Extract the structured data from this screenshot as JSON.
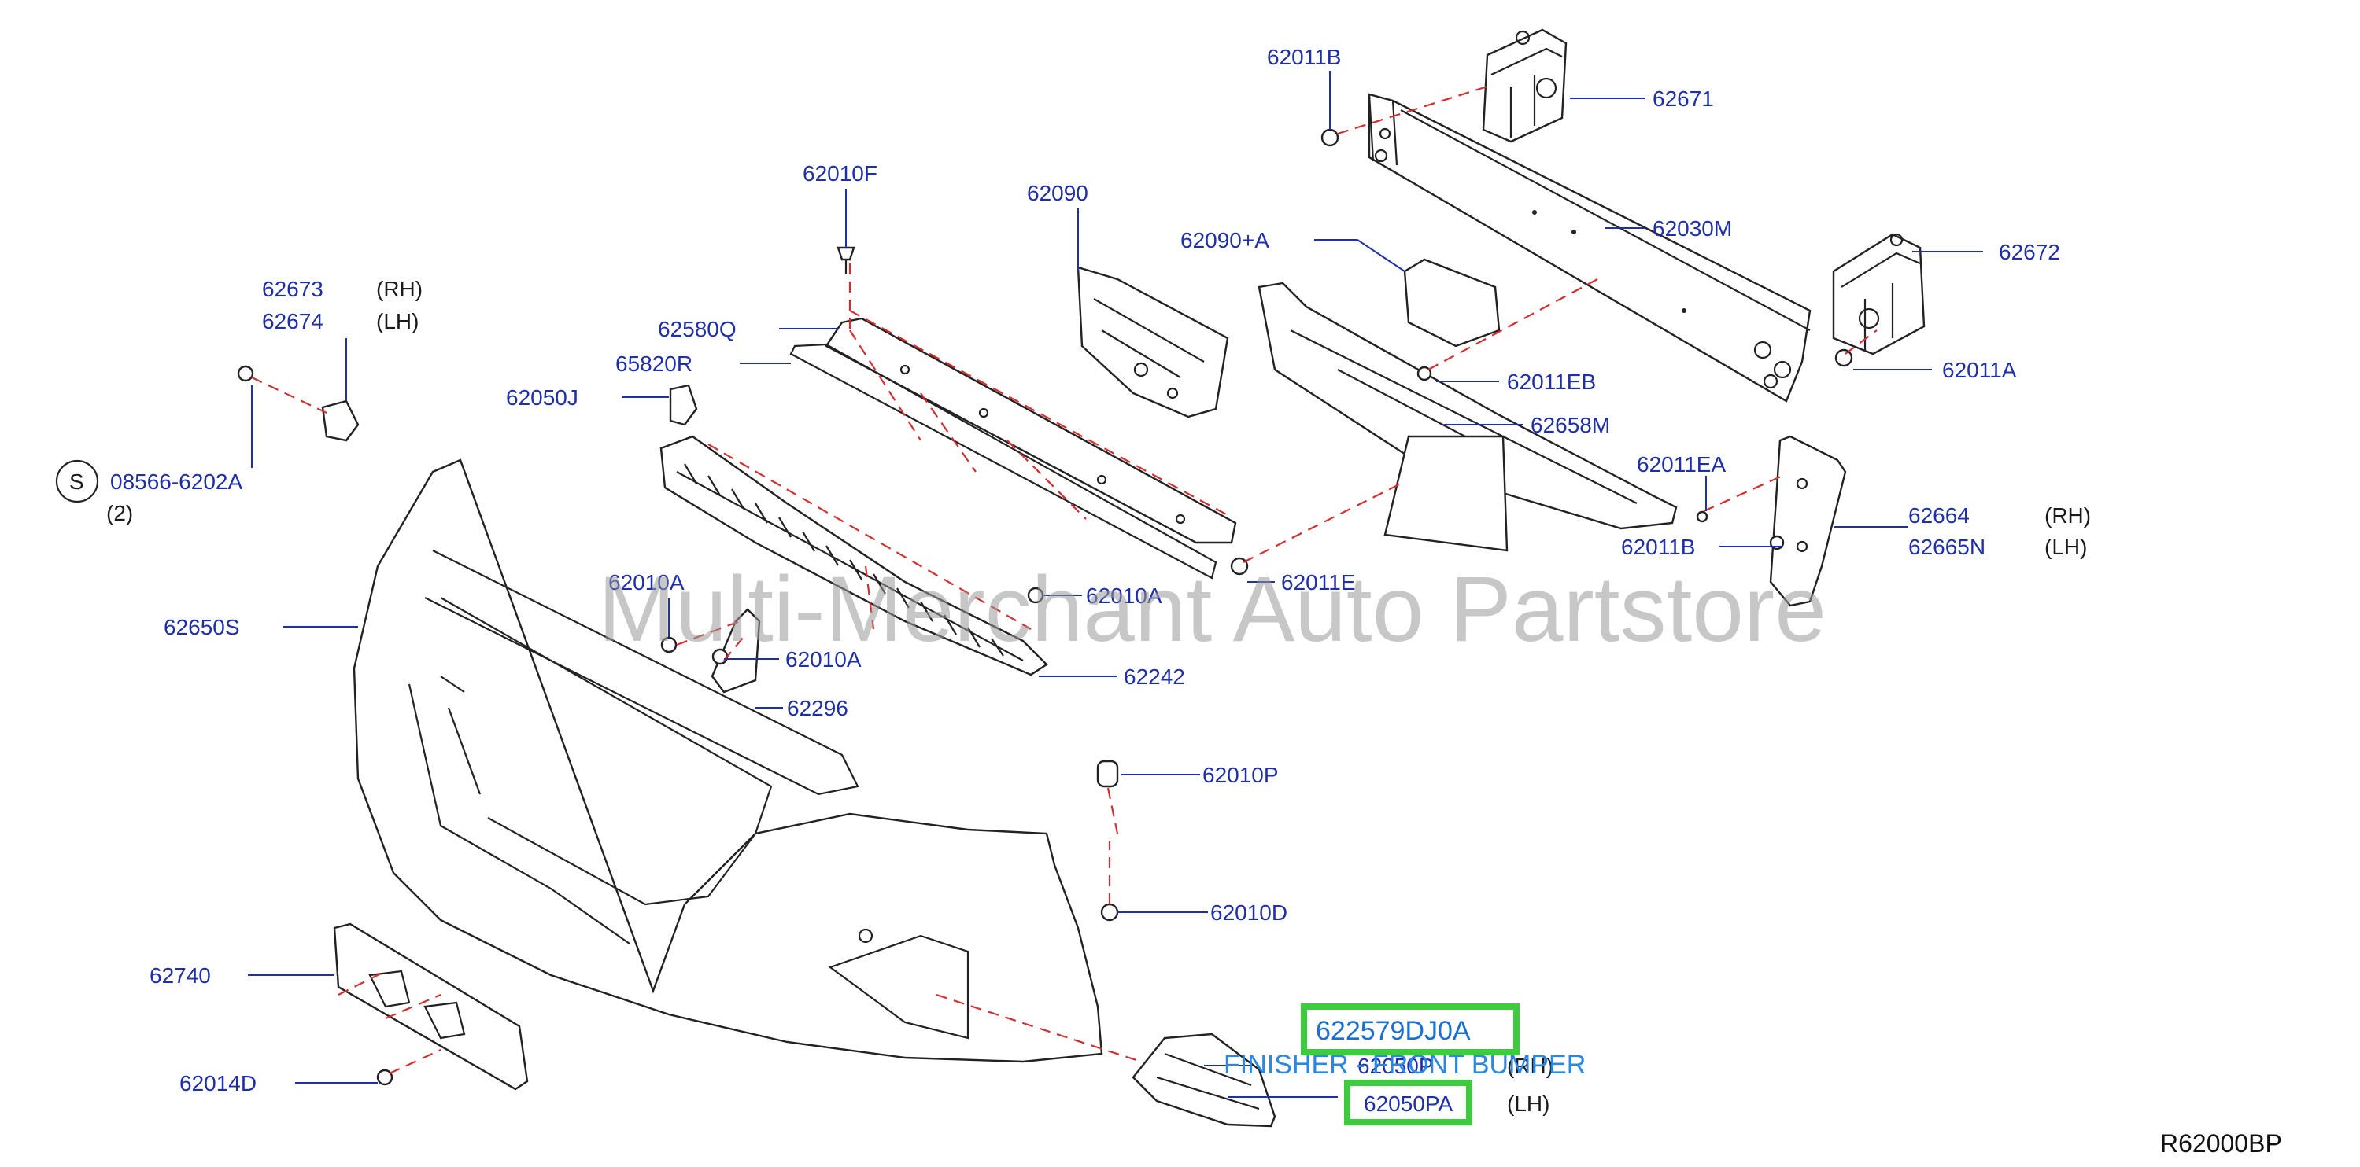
{
  "labels": {
    "p62011B_top": "62011B",
    "p62671": "62671",
    "p62030M": "62030M",
    "p62672": "62672",
    "p62011A": "62011A",
    "p62010F": "62010F",
    "p62090": "62090",
    "p62090A": "62090+A",
    "p62673": "62673",
    "p62673_side": "(RH)",
    "p62674": "62674",
    "p62674_side": "(LH)",
    "p62580Q": "62580Q",
    "p65820R": "65820R",
    "p62050J": "62050J",
    "p62011EB": "62011EB",
    "p62658M": "62658M",
    "p62011EA": "62011EA",
    "p62664": "62664",
    "p62664_side": "(RH)",
    "p62665N": "62665N",
    "p62665N_side": "(LH)",
    "p62011B_right": "62011B",
    "p62011E": "62011E",
    "s_symbol": "S",
    "p08566": "08566-6202A",
    "p08566_qty": "(2)",
    "p62010A_left": "62010A",
    "p62010A_mid": "62010A",
    "p62010A_low": "62010A",
    "p62650S": "62650S",
    "p62296": "62296",
    "p62242": "62242",
    "p62010P": "62010P",
    "p62010D": "62010D",
    "p62740": "62740",
    "p62014D": "62014D",
    "p62050P": "62050P",
    "p62050P_side": "(RH)",
    "p62050PA": "62050PA",
    "p62050PA_side": "(LH)",
    "highlight_part": "622579DJ0A",
    "caption": "FINISHER - FRONT BUMPER",
    "diagram_ref": "R62000BP",
    "watermark": "Multi-Merchant Auto Partstore"
  },
  "colors": {
    "part_number_text": "#1f2fa8",
    "dashed_guides": "#d23030",
    "highlight_box": "#3dcc3d",
    "caption_text": "#2a88e0"
  }
}
